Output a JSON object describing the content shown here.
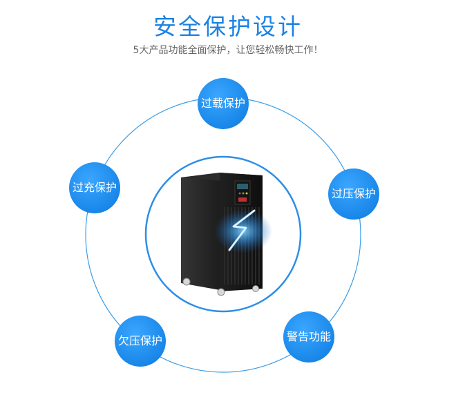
{
  "header": {
    "title": "安全保护设计",
    "subtitle": "5大产品功能全面保护，让您轻松畅快工作！"
  },
  "features": [
    {
      "label": "过载保护"
    },
    {
      "label": "过压保护"
    },
    {
      "label": "警告功能"
    },
    {
      "label": "欠压保护"
    },
    {
      "label": "过充保护"
    }
  ],
  "colors": {
    "accent": "#1a82e2",
    "bubble": "#1e90ef",
    "ring": "#3a9de8"
  }
}
